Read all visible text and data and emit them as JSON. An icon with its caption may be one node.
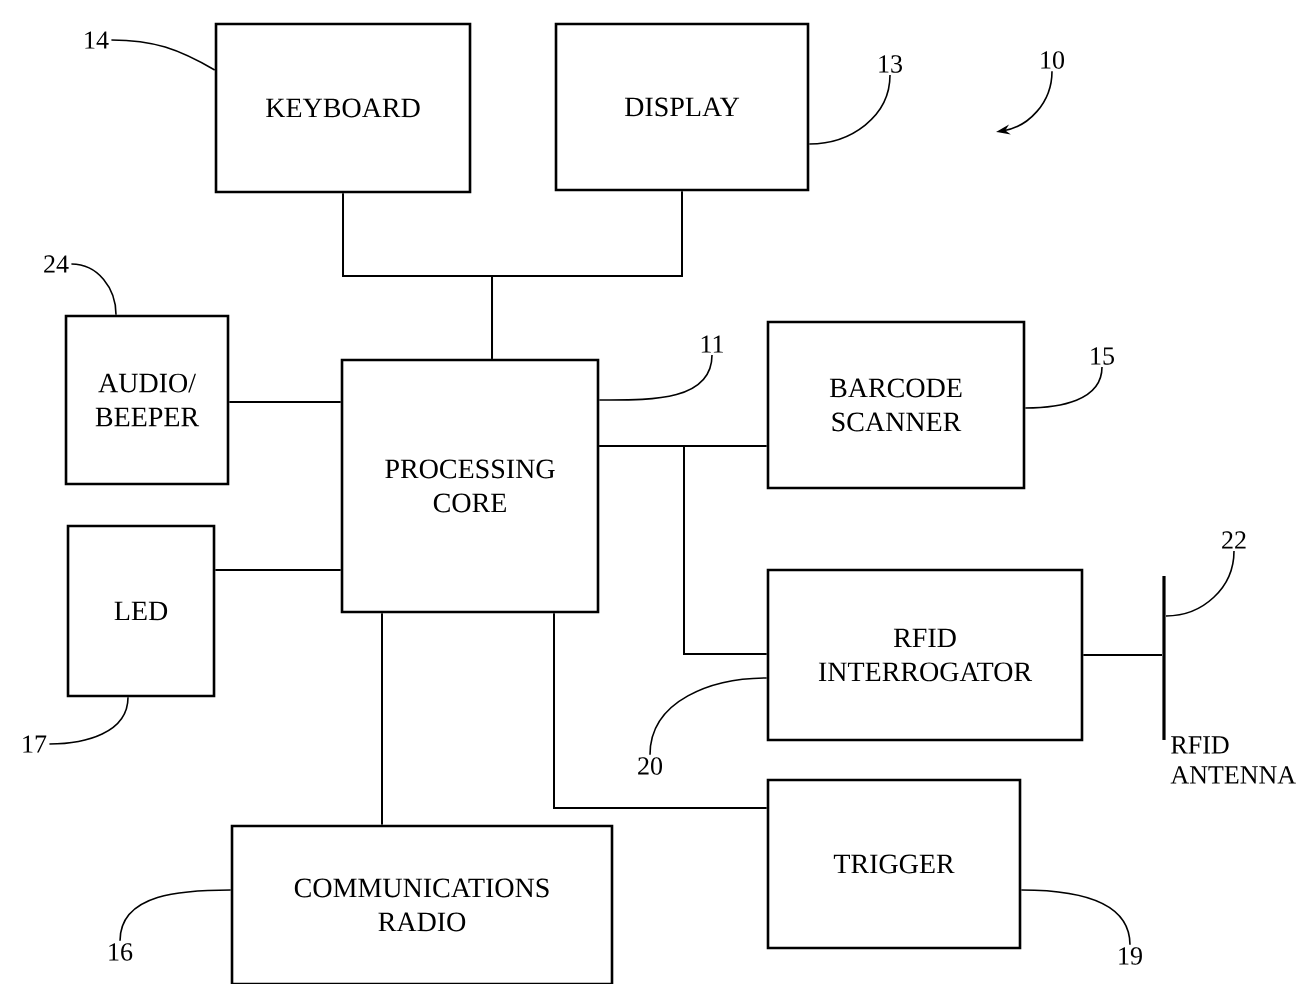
{
  "diagram": {
    "nodes": [
      {
        "text": [
          "KEYBOARD"
        ]
      },
      {
        "text": [
          "DISPLAY"
        ]
      },
      {
        "text": [
          "AUDIO/ BEEPER"
        ]
      },
      {
        "text": [
          "PROCESSING CORE"
        ]
      },
      {
        "text": [
          "BARCODE SCANNER"
        ]
      },
      {
        "text": [
          "LED"
        ]
      },
      {
        "text": [
          "RFID INTERROGATOR"
        ]
      },
      {
        "text": [],
        "shape": "bar",
        "beside": [
          "RFID ANTENNA"
        ]
      },
      {
        "text": [
          "TRIGGER"
        ]
      },
      {
        "text": [
          "COMMUNICATIONS RADIO"
        ]
      },
      {
        "text": [
          "14"
        ]
      },
      {
        "text": [
          "13"
        ]
      },
      {
        "text": [
          "10"
        ]
      },
      {
        "text": [
          "24"
        ]
      },
      {
        "text": [
          "11"
        ]
      },
      {
        "text": [
          "15"
        ]
      },
      {
        "text": [
          "17"
        ]
      },
      {
        "text": [
          "20"
        ]
      },
      {
        "text": [
          "22"
        ]
      },
      {
        "text": [
          "16"
        ]
      },
      {
        "text": [
          "19"
        ]
      }
    ],
    "edges": [
      {
        "from": 0,
        "to": 3,
        "arrow": "none"
      },
      {
        "from": 1,
        "to": 3,
        "arrow": "none"
      },
      {
        "from": 2,
        "to": 3,
        "arrow": "none"
      },
      {
        "from": 3,
        "to": 4,
        "arrow": "none"
      },
      {
        "from": 3,
        "to": 6,
        "arrow": "none"
      },
      {
        "from": 5,
        "to": 3,
        "arrow": "none"
      },
      {
        "from": 6,
        "to": 7,
        "arrow": "none"
      },
      {
        "from": 3,
        "to": 9,
        "arrow": "none"
      },
      {
        "from": 3,
        "to": 8,
        "arrow": "none"
      },
      {
        "from": 10,
        "to": 0,
        "arrow": "none"
      },
      {
        "from": 11,
        "to": 1,
        "arrow": "none"
      },
      {
        "from": 12,
        "to": null,
        "arrow": "to"
      },
      {
        "from": 13,
        "to": 2,
        "arrow": "none"
      },
      {
        "from": 14,
        "to": 3,
        "arrow": "none"
      },
      {
        "from": 15,
        "to": 4,
        "arrow": "none"
      },
      {
        "from": 16,
        "to": 5,
        "arrow": "none"
      },
      {
        "from": 17,
        "to": 6,
        "arrow": "none"
      },
      {
        "from": 18,
        "to": 7,
        "arrow": "none"
      },
      {
        "from": 19,
        "to": 9,
        "arrow": "none"
      },
      {
        "from": 20,
        "to": 8,
        "arrow": "none"
      }
    ]
  }
}
